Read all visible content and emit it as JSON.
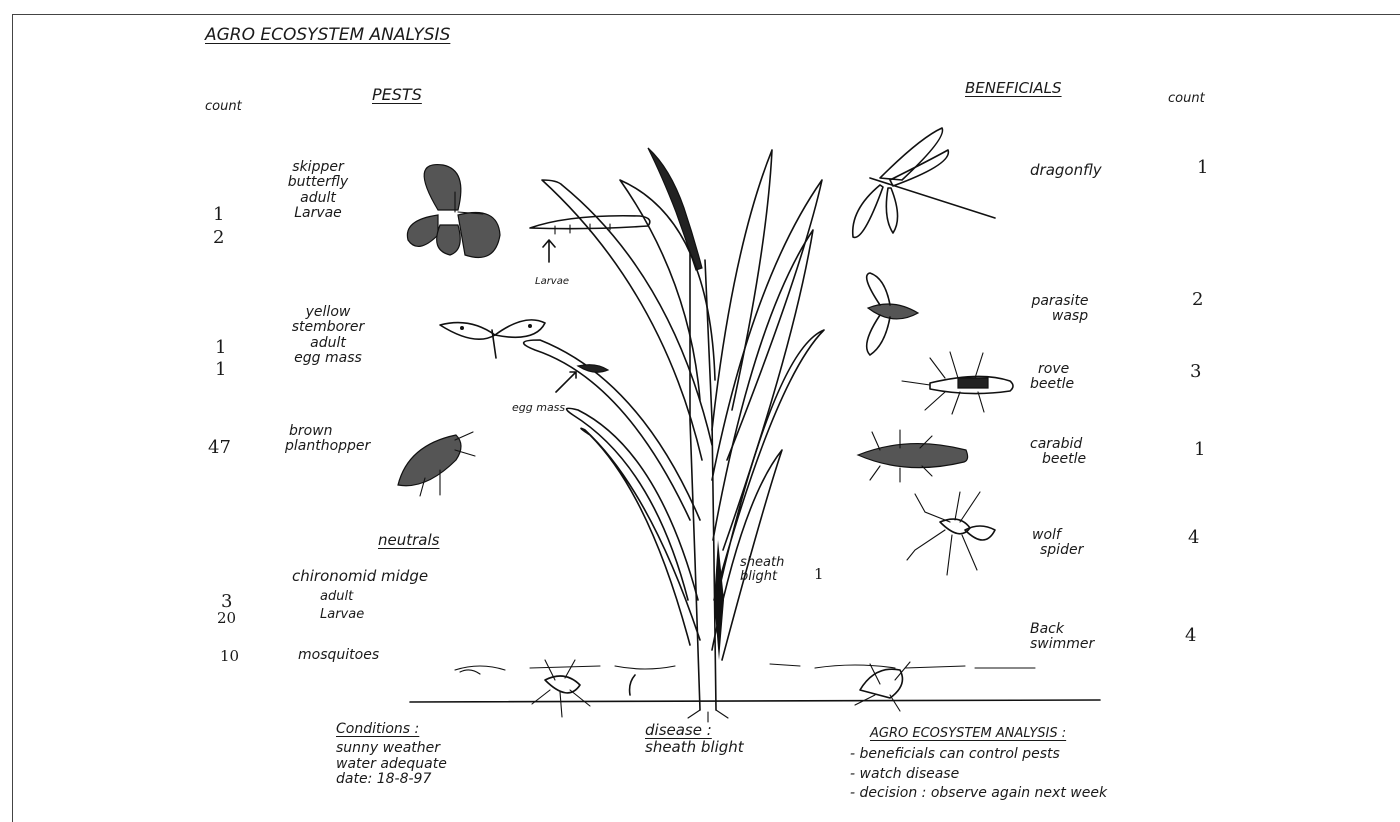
{
  "title": "AGRO ECOSYSTEM ANALYSIS",
  "pests": {
    "heading": "PESTS",
    "count_heading": "count",
    "items": [
      {
        "label_lines": [
          "skipper",
          "butterfly",
          "adult",
          "Larvae"
        ],
        "counts": [
          "1",
          "2"
        ]
      },
      {
        "label_lines": [
          "yellow",
          "stemborer",
          "adult",
          "egg mass"
        ],
        "counts": [
          "1",
          "1"
        ]
      },
      {
        "label_lines": [
          "brown",
          "planthopper"
        ],
        "counts": [
          "47"
        ]
      }
    ]
  },
  "neutrals": {
    "heading": "neutrals",
    "items": [
      {
        "label_lines": [
          "chironomid midge",
          "adult",
          "Larvae"
        ],
        "counts": [
          "3",
          "20"
        ]
      },
      {
        "label_lines": [
          "mosquitoes"
        ],
        "counts": [
          "10"
        ]
      }
    ]
  },
  "beneficials": {
    "heading": "BENEFICIALS",
    "count_heading": "count",
    "items": [
      {
        "label_lines": [
          "dragonfly"
        ],
        "count": "1"
      },
      {
        "label_lines": [
          "parasite",
          "wasp"
        ],
        "count": "2"
      },
      {
        "label_lines": [
          "rove",
          "beetle"
        ],
        "count": "3"
      },
      {
        "label_lines": [
          "carabid",
          "beetle"
        ],
        "count": "1"
      },
      {
        "label_lines": [
          "wolf",
          "spider"
        ],
        "count": "4"
      },
      {
        "label_lines": [
          "Back",
          "swimmer"
        ],
        "count": "4"
      }
    ]
  },
  "plant_labels": {
    "larvae": "Larvae",
    "egg_mass": "egg mass",
    "sheath_blight_lines": [
      "sheath",
      "blight"
    ],
    "sheath_blight_count": "1"
  },
  "conditions": {
    "heading": "Conditions :",
    "lines": [
      "sunny weather",
      "water adequate",
      "date: 18-8-97"
    ]
  },
  "disease": {
    "heading": "disease :",
    "value": "sheath blight"
  },
  "analysis": {
    "heading": "AGRO ECOSYSTEM ANALYSIS :",
    "points": [
      "- beneficials can control pests",
      "- watch disease",
      "- decision : observe again next week"
    ]
  },
  "colors": {
    "ink": "#1a1a1a",
    "paper": "#ffffff"
  },
  "icons": [
    "skipper-butterfly-icon",
    "larva-icon",
    "stemborer-moth-icon",
    "planthopper-icon",
    "dragonfly-icon",
    "parasite-wasp-icon",
    "rove-beetle-icon",
    "carabid-beetle-icon",
    "wolf-spider-icon",
    "backswimmer-icon",
    "rice-plant-icon"
  ]
}
